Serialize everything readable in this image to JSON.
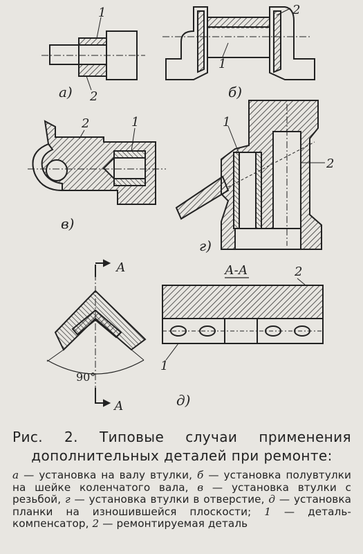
{
  "figure": {
    "panels": {
      "a": {
        "letter": "а)",
        "parts": [
          "1",
          "2"
        ]
      },
      "b": {
        "letter": "б)",
        "parts": [
          "2",
          "1"
        ]
      },
      "v": {
        "letter": "в)",
        "parts": [
          "2",
          "1"
        ]
      },
      "g": {
        "letter": "г)",
        "parts": [
          "1",
          "2"
        ]
      },
      "d": {
        "letter": "д)",
        "parts": [
          "2",
          "1"
        ],
        "angle": "90°",
        "section_mark": "А",
        "section_label": "А-А"
      }
    }
  },
  "caption": {
    "title": "Рис. 2. Типовые случаи применения дополнительных деталей при ремонте:",
    "items": [
      {
        "key": "а",
        "text": "установка на валу втулки,"
      },
      {
        "key": "б",
        "text": "установка полувтулки на шейке коленчатого вала,"
      },
      {
        "key": "в",
        "text": "установка втулки с резьбой,"
      },
      {
        "key": "г",
        "text": "установка втулки в отверстие,"
      },
      {
        "key": "д",
        "text": "установка планки на изношившейся плоскости;"
      },
      {
        "key": "1",
        "text": "деталь-компенсатор,"
      },
      {
        "key": "2",
        "text": "ремонтируемая деталь"
      }
    ]
  }
}
